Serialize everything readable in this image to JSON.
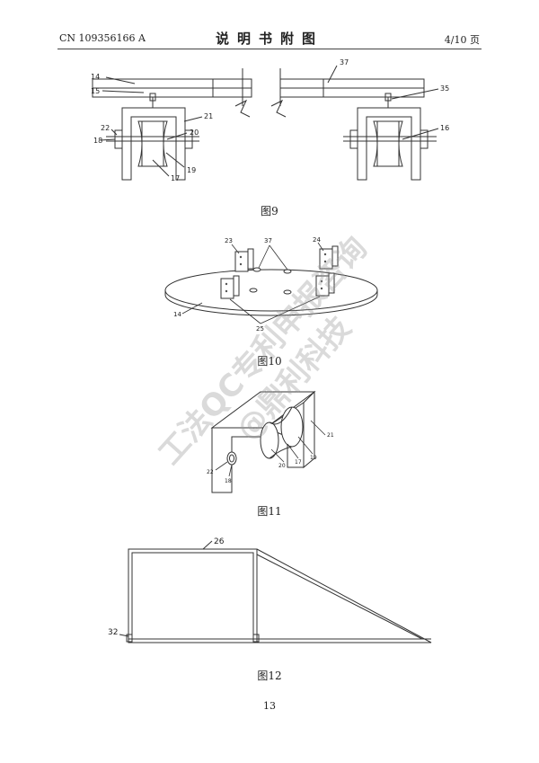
{
  "header": {
    "patent_number": "CN 109356166 A",
    "title": "说明书附图",
    "page_info": "4/10 页"
  },
  "figures": [
    {
      "caption": "图9",
      "labels": [
        "14",
        "15",
        "37",
        "35",
        "21",
        "22",
        "18",
        "20",
        "19",
        "17",
        "16"
      ]
    },
    {
      "caption": "图10",
      "labels": [
        "23",
        "37",
        "24",
        "14",
        "25"
      ]
    },
    {
      "caption": "图11",
      "labels": [
        "21",
        "22",
        "18",
        "20",
        "17",
        "19"
      ]
    },
    {
      "caption": "图12",
      "labels": [
        "26",
        "32"
      ]
    }
  ],
  "watermark": {
    "line1": "工法QC专利申报咨询",
    "line2": "@鼎利科技"
  },
  "page_number": "13"
}
